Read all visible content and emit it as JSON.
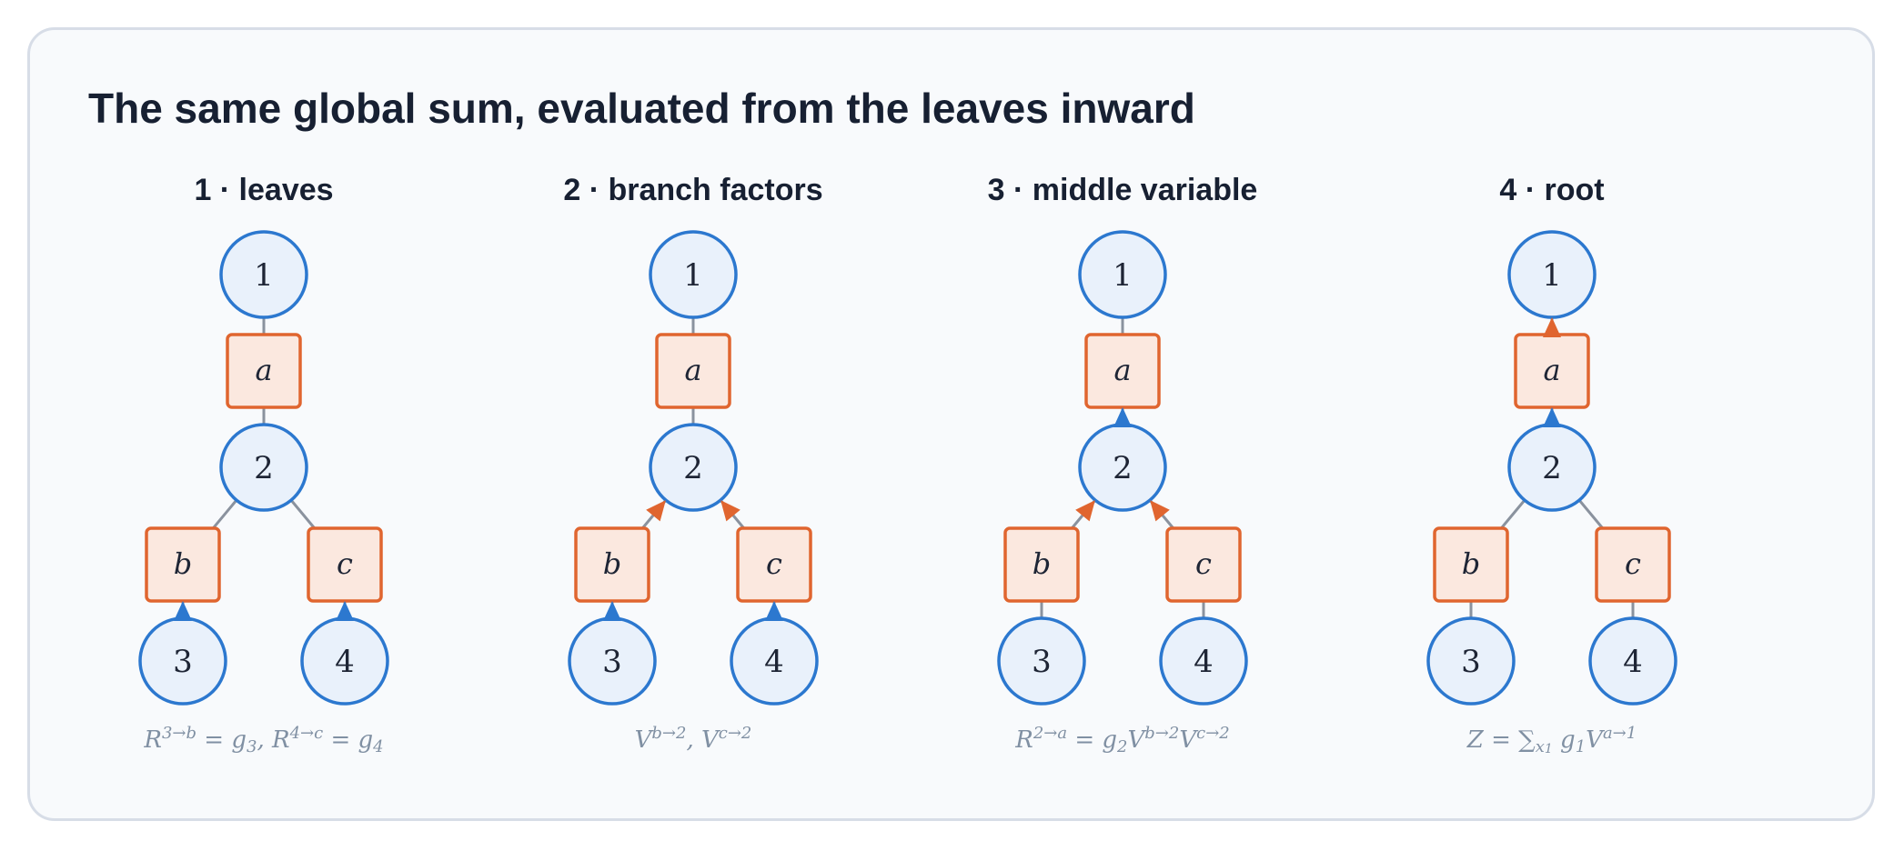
{
  "title": "The same global sum, evaluated from the leaves inward",
  "colors": {
    "variable_fill": "#e9f1fb",
    "variable_stroke": "#2c78cf",
    "factor_fill": "#fbe8df",
    "factor_stroke": "#e0652f",
    "edge": "#8a929e",
    "arrow_from_variable": "#2c78cf",
    "arrow_from_factor": "#e0652f"
  },
  "nodes": [
    {
      "id": "1",
      "kind": "variable",
      "label": "1"
    },
    {
      "id": "a",
      "kind": "factor",
      "label": "a"
    },
    {
      "id": "2",
      "kind": "variable",
      "label": "2"
    },
    {
      "id": "b",
      "kind": "factor",
      "label": "b"
    },
    {
      "id": "c",
      "kind": "factor",
      "label": "c"
    },
    {
      "id": "3",
      "kind": "variable",
      "label": "3"
    },
    {
      "id": "4",
      "kind": "variable",
      "label": "4"
    }
  ],
  "edges": [
    [
      "1",
      "a"
    ],
    [
      "a",
      "2"
    ],
    [
      "2",
      "b"
    ],
    [
      "2",
      "c"
    ],
    [
      "b",
      "3"
    ],
    [
      "c",
      "4"
    ]
  ],
  "panels": [
    {
      "title": "1 · leaves",
      "messages": [
        [
          "3",
          "b"
        ],
        [
          "4",
          "c"
        ]
      ],
      "caption": [
        {
          "t": "R"
        },
        {
          "t": "3→b",
          "s": "sup"
        },
        {
          "t": " = g"
        },
        {
          "t": "3",
          "s": "sub"
        },
        {
          "t": ",  R"
        },
        {
          "t": "4→c",
          "s": "sup"
        },
        {
          "t": " = g"
        },
        {
          "t": "4",
          "s": "sub"
        }
      ]
    },
    {
      "title": "2 · branch factors",
      "messages": [
        [
          "3",
          "b"
        ],
        [
          "4",
          "c"
        ],
        [
          "b",
          "2"
        ],
        [
          "c",
          "2"
        ]
      ],
      "caption": [
        {
          "t": "V"
        },
        {
          "t": "b→2",
          "s": "sup"
        },
        {
          "t": ",  V"
        },
        {
          "t": "c→2",
          "s": "sup"
        }
      ]
    },
    {
      "title": "3 · middle variable",
      "messages": [
        [
          "b",
          "2"
        ],
        [
          "c",
          "2"
        ],
        [
          "2",
          "a"
        ]
      ],
      "caption": [
        {
          "t": "R"
        },
        {
          "t": "2→a",
          "s": "sup"
        },
        {
          "t": " = g"
        },
        {
          "t": "2",
          "s": "sub"
        },
        {
          "t": "V"
        },
        {
          "t": "b→2",
          "s": "sup"
        },
        {
          "t": "V"
        },
        {
          "t": "c→2",
          "s": "sup"
        }
      ]
    },
    {
      "title": "4 · root",
      "messages": [
        [
          "2",
          "a"
        ],
        [
          "a",
          "1"
        ]
      ],
      "caption": [
        {
          "t": "Z = ∑"
        },
        {
          "t": "x",
          "s": "sub"
        },
        {
          "t": "1",
          "s": "subsub"
        },
        {
          "t": " g"
        },
        {
          "t": "1",
          "s": "sub"
        },
        {
          "t": "V"
        },
        {
          "t": "a→1",
          "s": "sup"
        }
      ]
    }
  ]
}
